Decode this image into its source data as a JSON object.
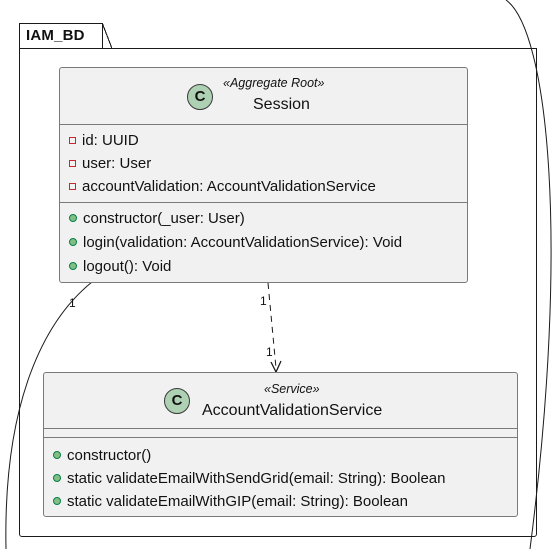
{
  "package": {
    "name": "IAM_BD"
  },
  "classes": {
    "session": {
      "icon": "C",
      "stereotype": "«Aggregate Root»",
      "name": "Session",
      "attributes": [
        "id: UUID",
        "user: User",
        "accountValidation: AccountValidationService"
      ],
      "methods": [
        "constructor(_user: User)",
        "login(validation: AccountValidationService): Void",
        "logout(): Void"
      ]
    },
    "account_validation_service": {
      "icon": "C",
      "stereotype": "«Service»",
      "name": "AccountValidationService",
      "attributes": [],
      "methods": [
        "constructor()",
        "static validateEmailWithSendGrid(email: String): Boolean",
        "static validateEmailWithGIP(email: String): Boolean"
      ]
    }
  },
  "relations": {
    "session_to_service": {
      "source_multiplicity": "1",
      "target_multiplicity": "1"
    },
    "session_outer": {
      "source_multiplicity": "1"
    }
  },
  "colors": {
    "class_fill": "#f1f1f1",
    "class_icon": "#add1b2",
    "private_marker": "#c82930",
    "public_marker": "#84be84"
  }
}
